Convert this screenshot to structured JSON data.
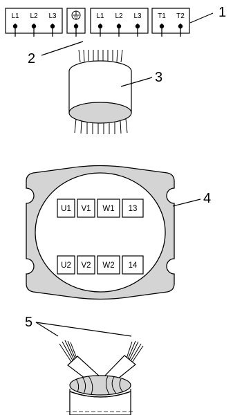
{
  "terminal_strip": {
    "group_a": [
      "L1",
      "L2",
      "L3"
    ],
    "group_b": [
      "L1",
      "L2",
      "L3"
    ],
    "group_c": [
      "T1",
      "T2"
    ],
    "earth_icon": "earth-ground-icon"
  },
  "plate": {
    "top_row": [
      "U1",
      "V1",
      "W1",
      "13"
    ],
    "bottom_row": [
      "U2",
      "V2",
      "W2",
      "14"
    ]
  },
  "callouts": {
    "c1": "1",
    "c2": "2",
    "c3": "3",
    "c4": "4",
    "c5": "5"
  },
  "colors": {
    "ring_fill": "#d4d4d4",
    "core_fill": "#d4d4d4",
    "stroke": "#000000"
  }
}
